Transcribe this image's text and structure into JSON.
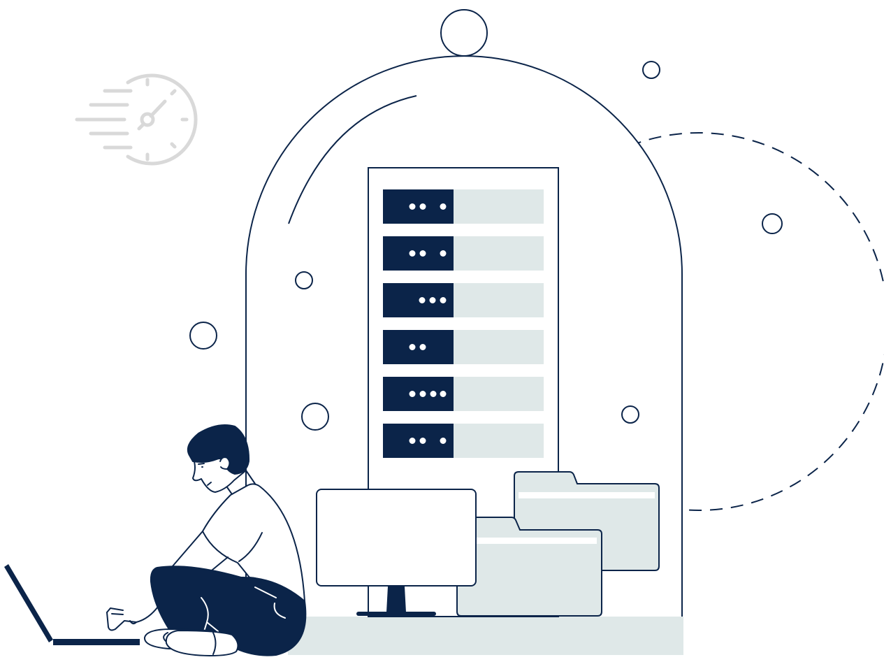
{
  "illustration": {
    "subject": "person-with-laptop-and-server-under-glass-dome",
    "icons": {
      "speed": "stopwatch-icon",
      "server": "server-rack-icon",
      "monitor": "monitor-icon",
      "folder": "folder-icon",
      "laptop": "laptop-icon"
    },
    "colors": {
      "navy": "#0b2449",
      "light": "#dfe8e8",
      "muted": "#d9d9d9",
      "white": "#ffffff"
    },
    "server_units": [
      {
        "indicator_lights": 3
      },
      {
        "indicator_lights": 3
      },
      {
        "indicator_lights": 3
      },
      {
        "indicator_lights": 2
      },
      {
        "indicator_lights": 4
      },
      {
        "indicator_lights": 3
      }
    ]
  }
}
